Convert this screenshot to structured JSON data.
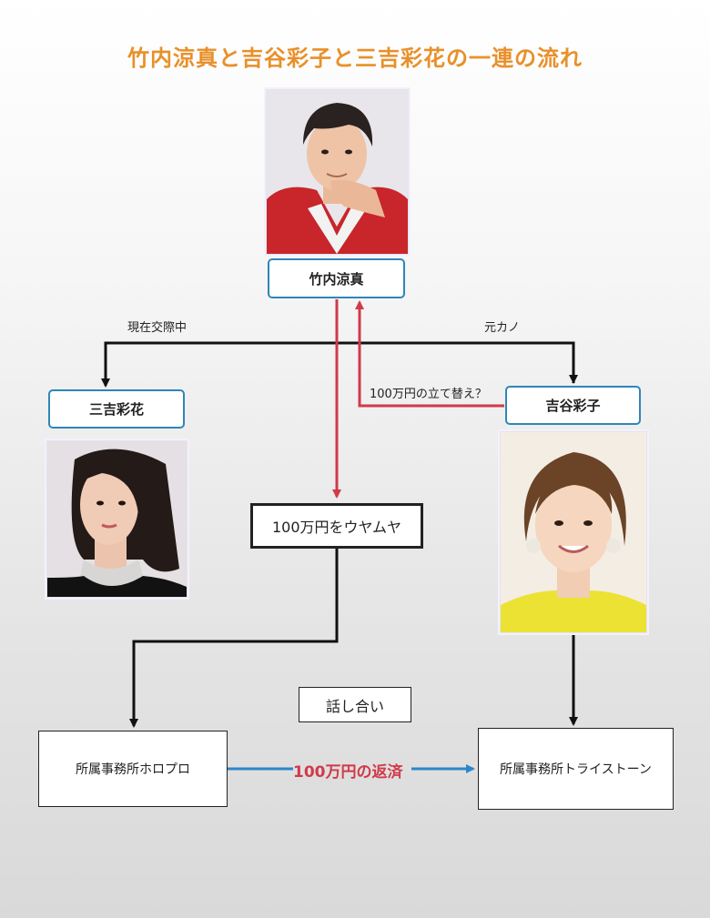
{
  "title": "竹内涼真と吉谷彩子と三吉彩花の一連の流れ",
  "people": {
    "takeuchi": "竹内涼真",
    "miyoshi": "三吉彩花",
    "yoshitani": "吉谷彩子"
  },
  "relations": {
    "current": "現在交際中",
    "ex": "元カノ",
    "replacement": "100万円の立て替え？"
  },
  "boxes": {
    "vague": "100万円をウヤムヤ",
    "talk": "話し合い",
    "agency_left": "所属事務所ホロプロ",
    "agency_right": "所属事務所トライストーン"
  },
  "repayment": "100万円の返済",
  "colors": {
    "title": "#e8902a",
    "name_border": "#2e86b8",
    "red_arrow": "#d03a4a",
    "blue_arrow": "#2e86c8"
  }
}
